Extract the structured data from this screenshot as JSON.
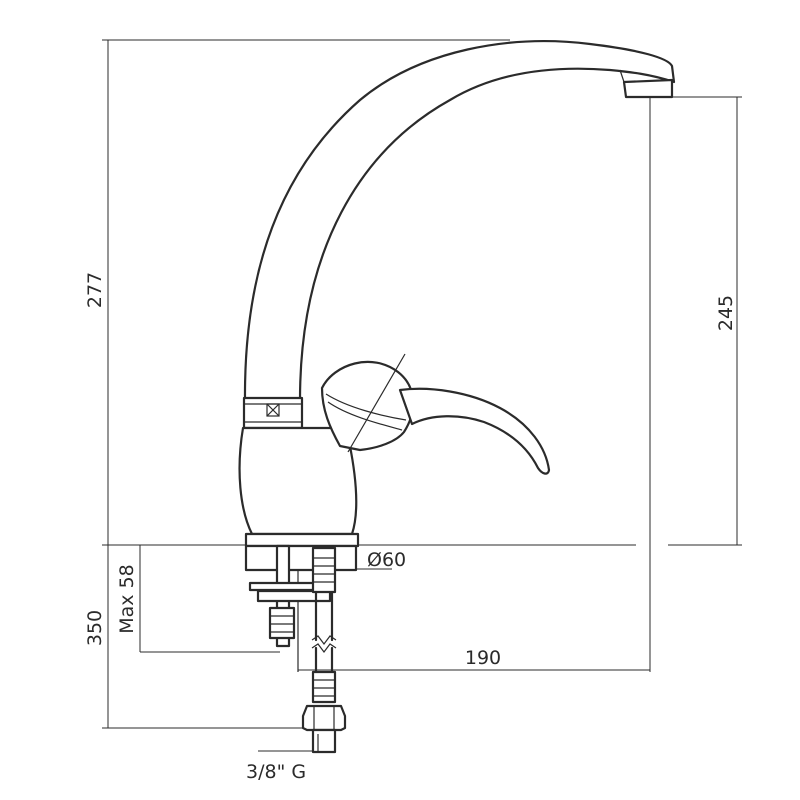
{
  "drawing": {
    "subject": "faucet-technical-drawing",
    "line_color": "#2b2b2b",
    "background": "#ffffff"
  },
  "dimensions": {
    "total_height": "277",
    "spout_height": "245",
    "base_diameter": "Ø60",
    "max_countertop": "Max 58",
    "hose_length": "350",
    "spout_reach": "190",
    "thread": "3/8\" G"
  }
}
